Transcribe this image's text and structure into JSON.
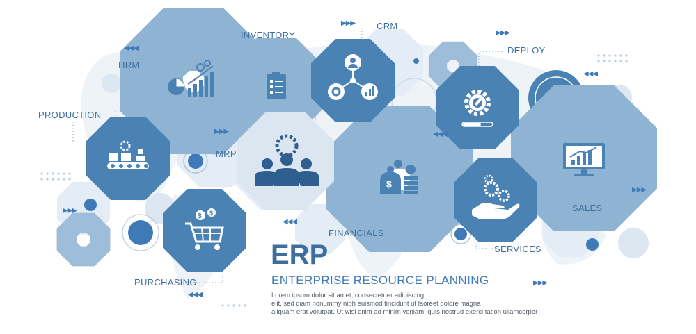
{
  "colors": {
    "primary": "#4a82b4",
    "light": "#dbe6f0",
    "outline": "#8fb3d3",
    "text": "#3d6f9e"
  },
  "modules": {
    "hrm": "HRM",
    "inventory": "INVENTORY",
    "crm": "CRM",
    "deploy": "DEPLOY",
    "production": "PRODUCTION",
    "mrp": "MRP",
    "sales": "SALES",
    "financials": "FINANCIALS",
    "services": "SERVICES",
    "purchasing": "PURCHASING"
  },
  "header": {
    "title": "ERP",
    "subtitle": "ENTERPRISE RESOURCE PLANNING"
  },
  "body_lines": [
    "Lorem ipsum dolor sit amet, consectetuer adipiscing",
    "elit, sed diam nonummy nibh euismod tincidunt ut laoreet dolore magna",
    "aliquam erat volutpat. Ut wisi enim ad minim veniam, quis nostrud exerci tation ullamcorper"
  ],
  "arrow_glyph": "▶▶▶",
  "arrow_glyph_left": "◀◀◀",
  "icons": [
    "chart-icon",
    "checklist-icon",
    "network-icon",
    "gear-wrench-icon",
    "conveyor-icon",
    "team-icon",
    "money-icon",
    "monitor-chart-icon",
    "hand-gears-icon",
    "cart-icon"
  ]
}
